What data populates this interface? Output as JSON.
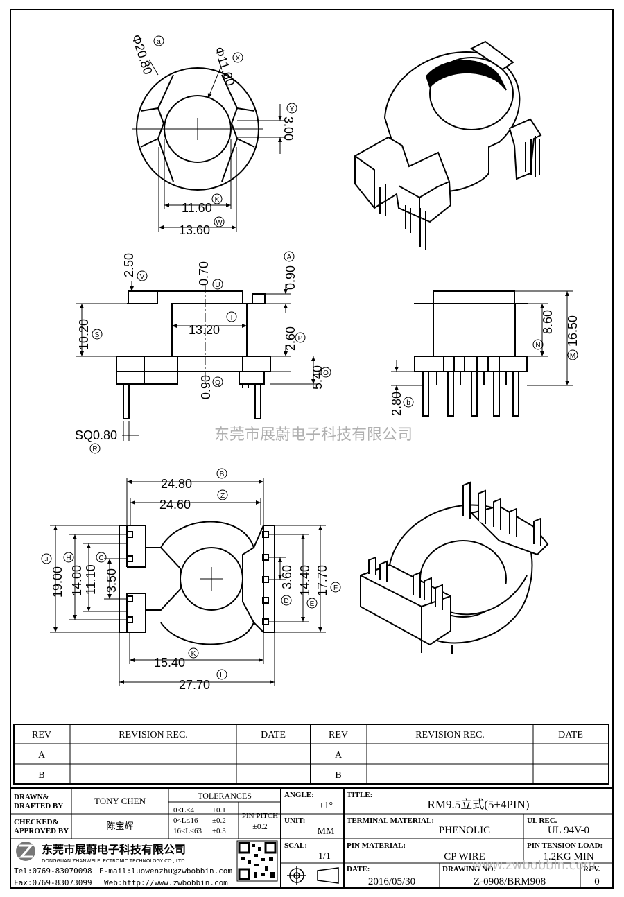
{
  "watermark": "东莞市展蔚电子科技有限公司",
  "watermark_url": "www.zwbobbin.com",
  "top_view": {
    "dims": [
      {
        "id": "a",
        "label": "Φ20.80",
        "circle": "a"
      },
      {
        "id": "x",
        "label": "Φ11.60",
        "circle": "X"
      },
      {
        "id": "y",
        "label": "3.00",
        "circle": "Y"
      },
      {
        "id": "k",
        "label": "11.60",
        "circle": "K"
      },
      {
        "id": "w",
        "label": "13.60",
        "circle": "W"
      }
    ]
  },
  "front_view": {
    "dims": [
      {
        "id": "v",
        "label": "2.50",
        "circle": "V"
      },
      {
        "id": "u",
        "label": "0.70",
        "circle": "U"
      },
      {
        "id": "A",
        "label": "0.90",
        "circle": "A"
      },
      {
        "id": "s",
        "label": "10.20",
        "circle": "S"
      },
      {
        "id": "t",
        "label": "13.20",
        "circle": "T"
      },
      {
        "id": "p",
        "label": "2.60",
        "circle": "P"
      },
      {
        "id": "q",
        "label": "0.90",
        "circle": "Q"
      },
      {
        "id": "o",
        "label": "5.40",
        "circle": "O"
      },
      {
        "id": "r",
        "label": "SQ0.80",
        "circle": "R"
      }
    ]
  },
  "side_view": {
    "dims": [
      {
        "id": "n",
        "label": "8.60",
        "circle": "N"
      },
      {
        "id": "m",
        "label": "16.50",
        "circle": "M"
      },
      {
        "id": "b",
        "label": "2.80",
        "circle": "b"
      }
    ]
  },
  "bottom_view": {
    "dims": [
      {
        "id": "B",
        "label": "24.80",
        "circle": "B"
      },
      {
        "id": "z",
        "label": "24.60",
        "circle": "Z"
      },
      {
        "id": "J",
        "label": "19.00",
        "circle": "J"
      },
      {
        "id": "H",
        "label": "14.00",
        "circle": "H"
      },
      {
        "id": "C",
        "label": "11.10",
        "circle": "C"
      },
      {
        "id": "c2",
        "label": "3.50"
      },
      {
        "id": "D",
        "label": "3.60",
        "circle": "D"
      },
      {
        "id": "E",
        "label": "14.40",
        "circle": "E"
      },
      {
        "id": "F",
        "label": "17.70",
        "circle": "F"
      },
      {
        "id": "K2",
        "label": "15.40",
        "circle": "K"
      },
      {
        "id": "L",
        "label": "27.70",
        "circle": "L"
      }
    ]
  },
  "revision_table": {
    "headers": [
      "REV",
      "REVISION REC.",
      "DATE",
      "REV",
      "REVISION REC.",
      "DATE"
    ],
    "rows": [
      [
        "A",
        "",
        "",
        "A",
        "",
        ""
      ],
      [
        "B",
        "",
        "",
        "B",
        "",
        ""
      ]
    ]
  },
  "title_block": {
    "drawn_label": "DRAWN&\nDRAFTED BY",
    "drawn_label_1": "DRAWN&",
    "drawn_label_2": "DRAFTED BY",
    "drawn_by": "TONY CHEN",
    "checked_label_1": "CHECKED&",
    "checked_label_2": "APPROVED BY",
    "approved_by": "陈宝辉",
    "tolerances_label": "TOLERANCES",
    "tol_rows": [
      {
        "range": "0<L≤4",
        "value": "±0.1"
      },
      {
        "range": "0<L≤16",
        "value": "±0.2"
      },
      {
        "range": "16<L≤63",
        "value": "±0.3"
      }
    ],
    "pin_pitch_label": "PIN PITCH",
    "pin_pitch_value": "±0.2",
    "angle_label": "ANGLE:",
    "angle_value": "±1°",
    "unit_label": "UNIT:",
    "unit_value": "MM",
    "scale_label": "SCAL:",
    "scale_value": "1/1",
    "title_label": "TITLE:",
    "title_value": "RM9.5立式(5+4PIN)",
    "terminal_label": "TERMINAL MATERIAL:",
    "terminal_value": "PHENOLIC",
    "ul_label": "UL REC.",
    "ul_value": "UL 94V-0",
    "pin_material_label": "PIN MATERIAL:",
    "pin_material_value": "CP WIRE",
    "tension_label": "PIN TENSION LOAD:",
    "tension_value": "1.2KG MIN",
    "date_label": "DATE:",
    "date_value": "2016/05/30",
    "drawing_label": "DRAWING NO.",
    "drawing_value": "Z-0908/BRM908",
    "rev_label": "REV.",
    "rev_value": "0",
    "company_cn": "东莞市展蔚电子科技有限公司",
    "company_en": "DONGGUAN ZHANWEI ELECTRONIC TECHNOLOGY CO., LTD.",
    "tel": "Tel:0769-83070098",
    "email": "E-mail:luowenzhu@zwbobbin.com",
    "fax": "Fax:0769-83073099",
    "web": "Web:http://www.zwbobbin.com"
  }
}
